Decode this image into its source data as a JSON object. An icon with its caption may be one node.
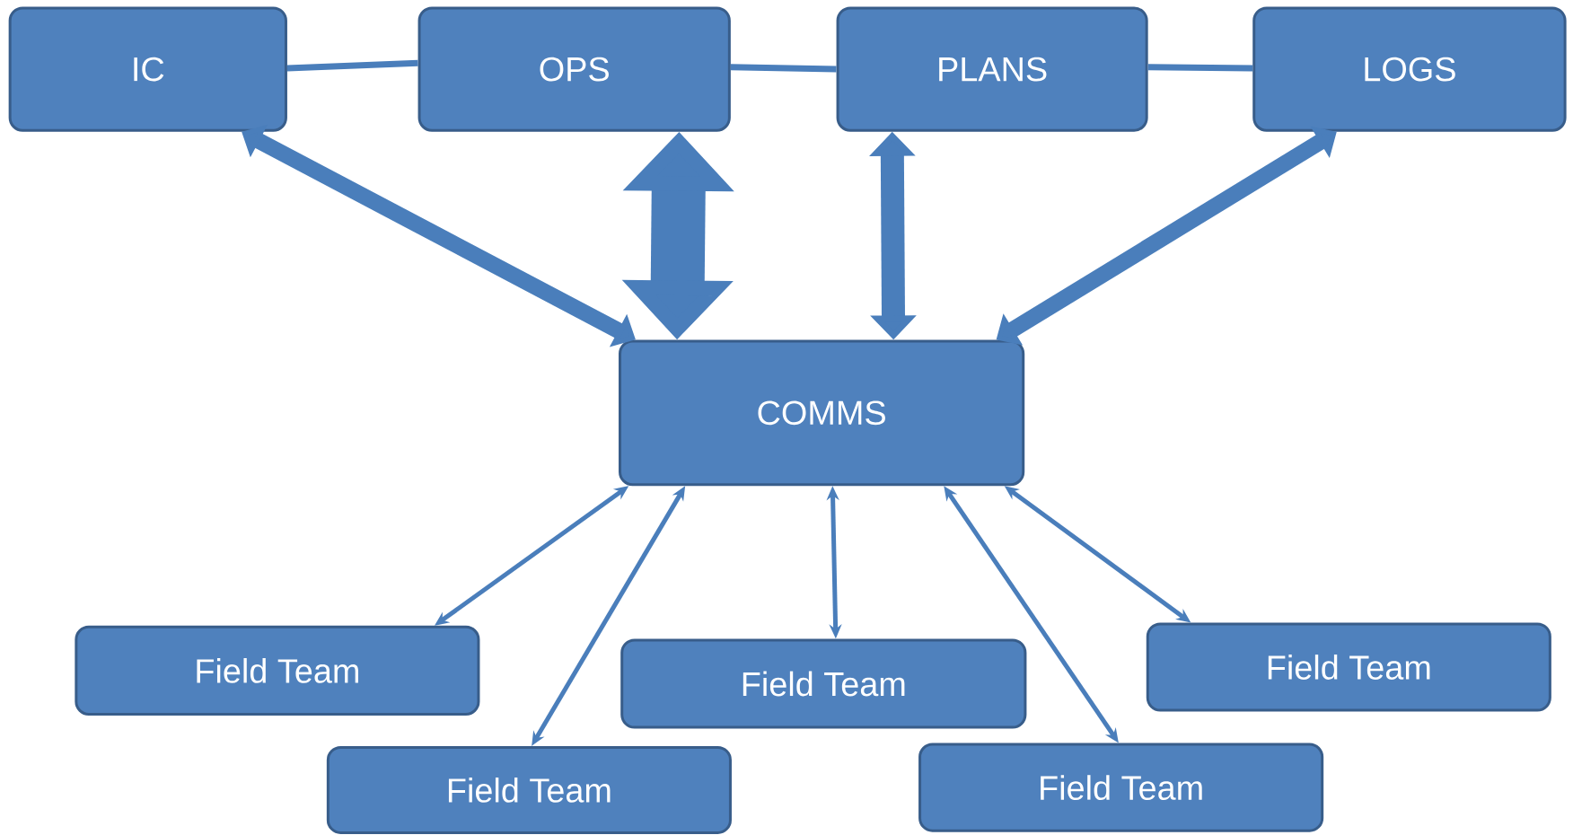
{
  "diagram": {
    "nodes": [
      {
        "text": [
          "IC"
        ]
      },
      {
        "text": [
          "OPS"
        ]
      },
      {
        "text": [
          "PLANS"
        ]
      },
      {
        "text": [
          "LOGS"
        ]
      },
      {
        "text": [
          "COMMS"
        ]
      },
      {
        "text": [
          "Field Team"
        ]
      },
      {
        "text": [
          "Field Team"
        ]
      },
      {
        "text": [
          "Field Team"
        ]
      },
      {
        "text": [
          "Field Team"
        ]
      },
      {
        "text": [
          "Field Team"
        ]
      }
    ],
    "edges": [
      {
        "from": 0,
        "to": 1,
        "arrow": "none"
      },
      {
        "from": 1,
        "to": 2,
        "arrow": "none"
      },
      {
        "from": 2,
        "to": 3,
        "arrow": "none"
      },
      {
        "from": 4,
        "to": 0,
        "arrow": "both",
        "style": "thick"
      },
      {
        "from": 4,
        "to": 1,
        "arrow": "both",
        "style": "thick"
      },
      {
        "from": 4,
        "to": 2,
        "arrow": "both",
        "style": "thick"
      },
      {
        "from": 4,
        "to": 3,
        "arrow": "both",
        "style": "thick"
      },
      {
        "from": 4,
        "to": 5,
        "arrow": "both"
      },
      {
        "from": 4,
        "to": 6,
        "arrow": "both"
      },
      {
        "from": 4,
        "to": 7,
        "arrow": "both"
      },
      {
        "from": 4,
        "to": 8,
        "arrow": "both"
      },
      {
        "from": 4,
        "to": 9,
        "arrow": "both"
      }
    ]
  }
}
